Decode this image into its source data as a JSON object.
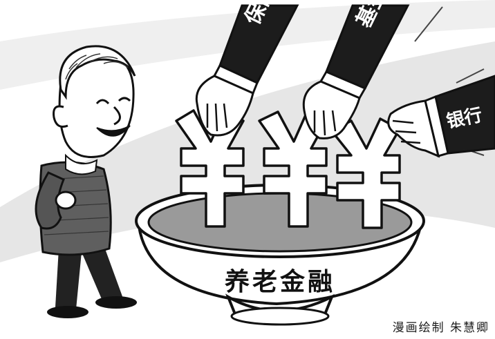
{
  "sleeves": {
    "insurance": "保险",
    "fund": "基金",
    "bank": "银行"
  },
  "bowl_label": "养老金融",
  "credit": "漫画绘制 朱慧卿",
  "colors": {
    "background_arc": "#e4e4e4",
    "sleeve": "#1c1c1c",
    "bowl_liquid": "#9a9a9a",
    "sweater": "#5a5a5a",
    "pants": "#222222"
  },
  "icons": [
    "yuan-coin",
    "hand",
    "old-man"
  ]
}
